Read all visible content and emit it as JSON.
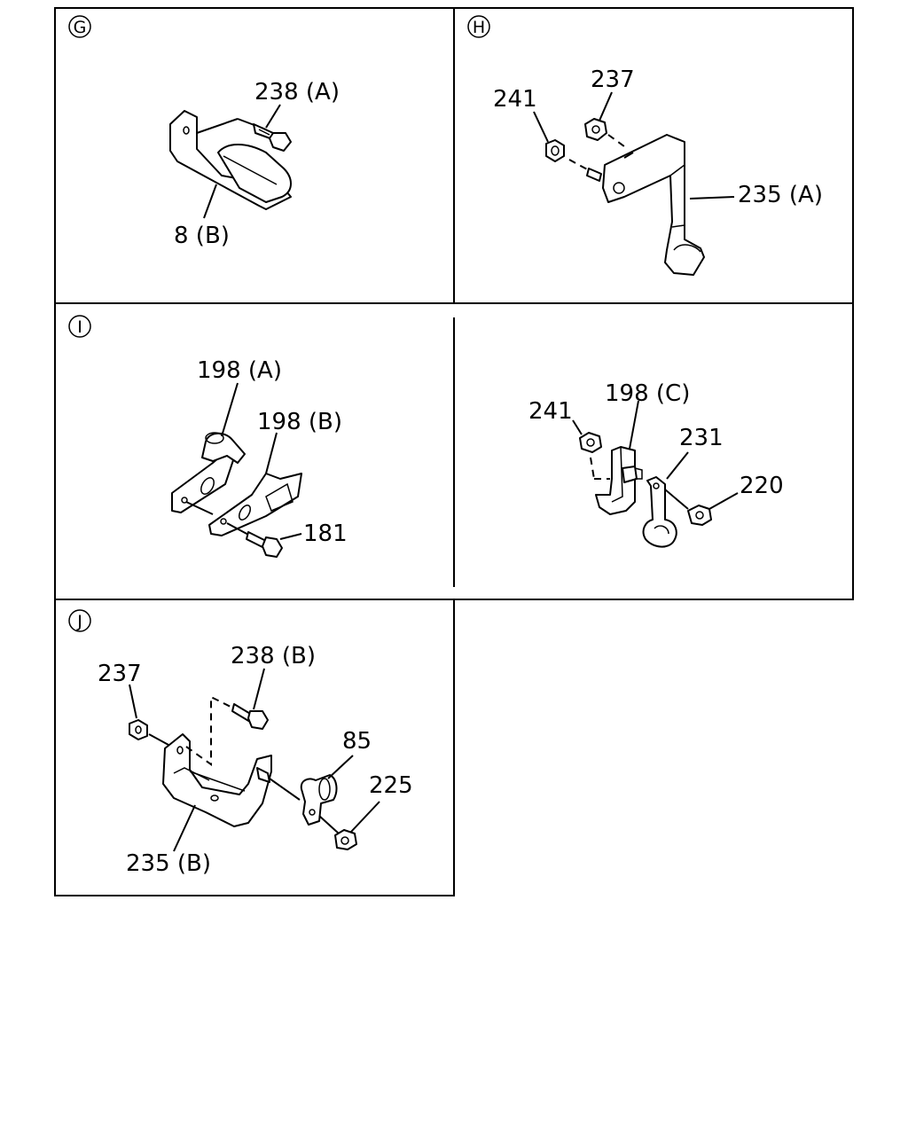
{
  "sections": {
    "g": {
      "letter": "G",
      "labels": {
        "bolt": "238 (A)",
        "clip": "8 (B)"
      }
    },
    "h": {
      "letter": "H",
      "labels": {
        "nut_left": "241",
        "nut_top": "237",
        "bracket": "235 (A)"
      }
    },
    "i": {
      "letter": "I",
      "labels": {
        "clip_a": "198 (A)",
        "clip_b": "198 (B)",
        "bolt": "181"
      }
    },
    "i2": {
      "labels": {
        "nut": "241",
        "clip_c": "198 (C)",
        "clamp": "231",
        "nut_right": "220"
      }
    },
    "j": {
      "letter": "J",
      "labels": {
        "nut": "237",
        "bolt": "238 (B)",
        "clamp": "85",
        "nut_right": "225",
        "bracket": "235 (B)"
      }
    }
  }
}
